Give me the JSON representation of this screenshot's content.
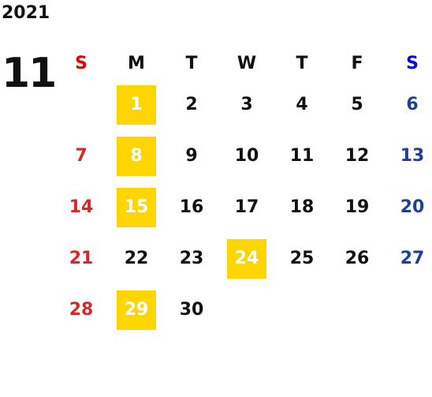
{
  "calendar": {
    "year": "2021",
    "month": "11",
    "weekdays": [
      "S",
      "M",
      "T",
      "W",
      "T",
      "F",
      "S"
    ],
    "weeks": [
      [
        "",
        "1",
        "2",
        "3",
        "4",
        "5",
        "6"
      ],
      [
        "7",
        "8",
        "9",
        "10",
        "11",
        "12",
        "13"
      ],
      [
        "14",
        "15",
        "16",
        "17",
        "18",
        "19",
        "20"
      ],
      [
        "21",
        "22",
        "23",
        "24",
        "25",
        "26",
        "27"
      ],
      [
        "28",
        "29",
        "30",
        "",
        "",
        "",
        ""
      ]
    ],
    "highlighted_days": [
      "1",
      "8",
      "15",
      "24",
      "29"
    ],
    "colors": {
      "sunday": "#d62828",
      "saturday": "#1f3f99",
      "highlight_bg": "#ffd500",
      "highlight_text": "#ffffff"
    }
  }
}
